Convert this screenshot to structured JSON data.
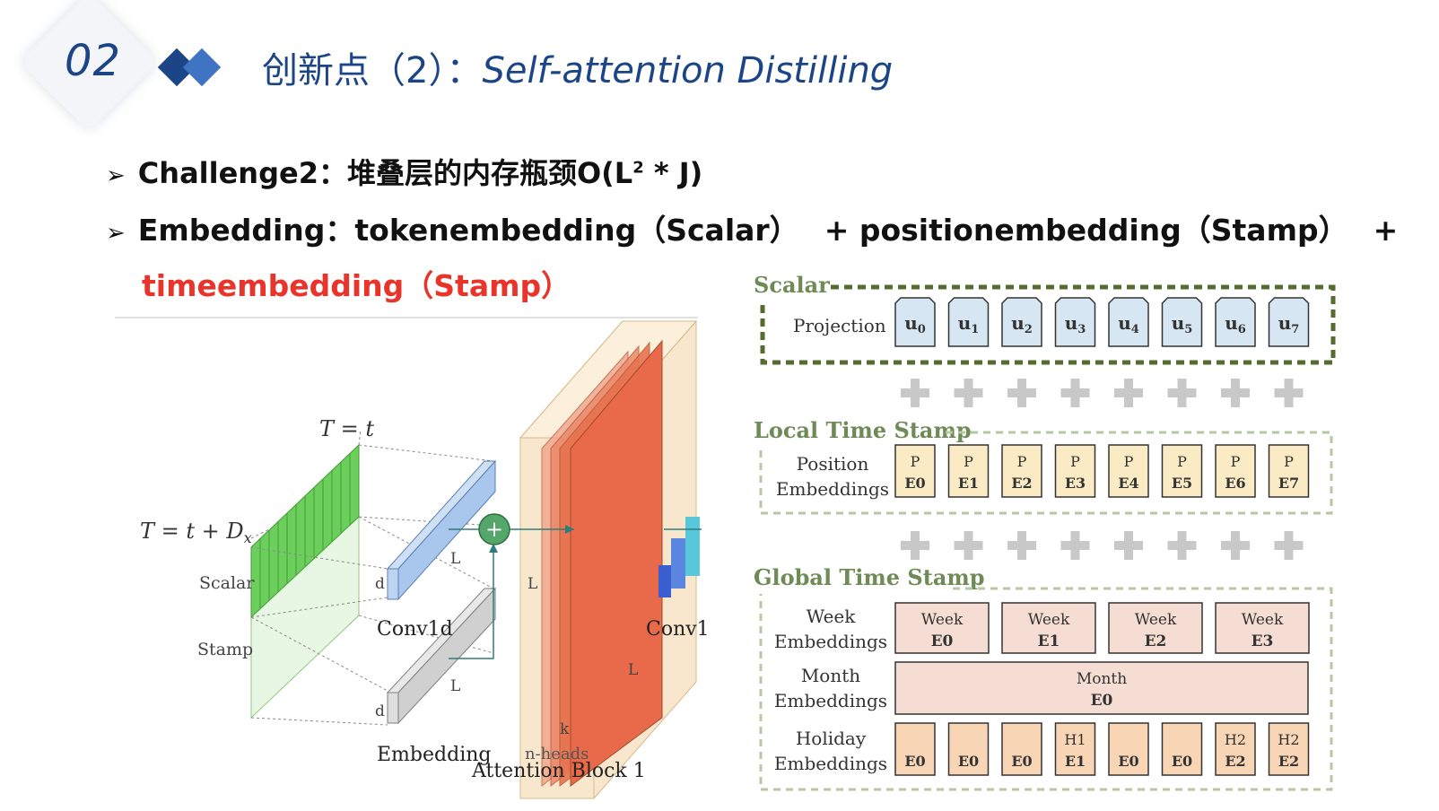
{
  "header": {
    "slide_number": "02",
    "title_cn": "创新点（2）：",
    "title_en": "Self-attention Distilling"
  },
  "bullets": {
    "challenge_label": "Challenge2：堆叠层的内存瓶颈O(L",
    "challenge_sup": "2",
    "challenge_tail": " * J)",
    "embedding_part1": "Embedding：tokenembedding（Scalar）",
    "embedding_part2": "+ positionembedding（Stamp）",
    "embedding_part3": "+",
    "embedding_highlight": "timeembedding（Stamp）"
  },
  "left_figure": {
    "t_top": "T = t",
    "t_left": "T = t + D",
    "t_left_sub": "x",
    "scalar": "Scalar",
    "stamp": "Stamp",
    "d_upper": "d",
    "d_lower": "d",
    "l_upper": "L",
    "l_lower": "L",
    "l_block": "L",
    "l_block2": "L",
    "k": "k",
    "conv1d": "Conv1d",
    "conv1_right": "Conv1",
    "embedding": "Embedding",
    "n_heads": "n-heads",
    "attention_block": "Attention Block 1",
    "plus": "+"
  },
  "right_figure": {
    "scalar_title": "Scalar",
    "projection": "Projection",
    "u_cells": [
      "u",
      "u",
      "u",
      "u",
      "u",
      "u",
      "u",
      "u"
    ],
    "u_subs": [
      "0",
      "1",
      "2",
      "3",
      "4",
      "5",
      "6",
      "7"
    ],
    "plus_symbol": "+",
    "local_title": "Local Time Stamp",
    "position_label_1": "Position",
    "position_label_2": "Embeddings",
    "p_top": [
      "P",
      "P",
      "P",
      "P",
      "P",
      "P",
      "P",
      "P"
    ],
    "p_bottom": [
      "E0",
      "E1",
      "E2",
      "E3",
      "E4",
      "E5",
      "E6",
      "E7"
    ],
    "global_title": "Global Time Stamp",
    "week_label_1": "Week",
    "week_label_2": "Embeddings",
    "week_top": [
      "Week",
      "Week",
      "Week",
      "Week"
    ],
    "week_bottom": [
      "E0",
      "E1",
      "E2",
      "E3"
    ],
    "month_label_1": "Month",
    "month_label_2": "Embeddings",
    "month_top": "Month",
    "month_bottom": "E0",
    "holiday_label_1": "Holiday",
    "holiday_label_2": "Embeddings",
    "holiday_top": [
      "",
      "",
      "",
      "H1",
      "",
      "",
      "H2",
      "H2"
    ],
    "holiday_bottom": [
      "E0",
      "E0",
      "E0",
      "E1",
      "E0",
      "E0",
      "E2",
      "E2"
    ]
  },
  "colors": {
    "title_blue": "#1c4587",
    "highlight_red": "#e8342a",
    "scalar_cell": "#d6e6f2",
    "position_cell": "#fbebc4",
    "week_cell": "#f6ddd3",
    "holiday_cell": "#f8d5b5",
    "dashed_green": "#556b2f",
    "section_title_green": "#6e8a55",
    "attention_red": "#e86a4a",
    "block_beige": "#f8e7cc"
  }
}
